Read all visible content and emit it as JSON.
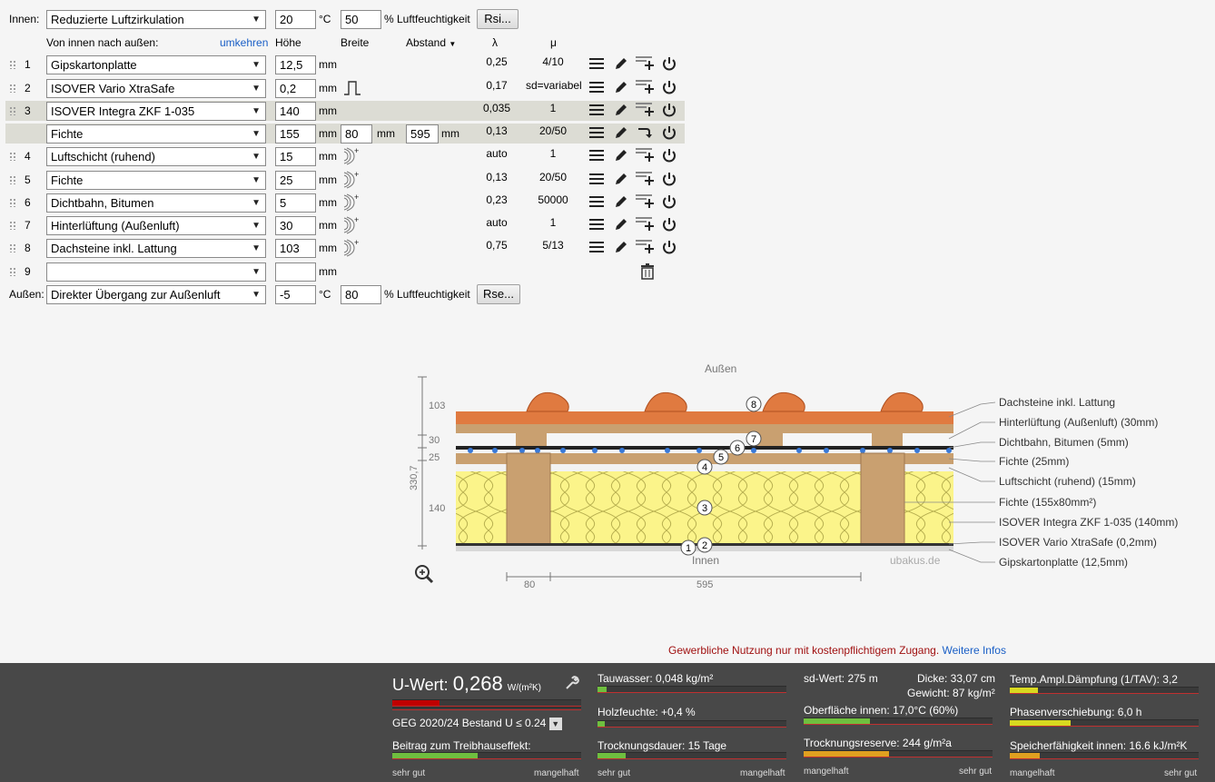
{
  "inside": {
    "label": "Innen:",
    "material": "Reduzierte Luftzirkulation",
    "temp": "20",
    "temp_unit": "°C",
    "humidity": "50",
    "humidity_label": "% Luftfeuchtigkeit",
    "button": "Rsi..."
  },
  "headers": {
    "direction": "Von innen nach außen:",
    "reverse": "umkehren",
    "height": "Höhe",
    "width": "Breite",
    "spacing": "Abstand",
    "lambda": "λ",
    "mu": "μ"
  },
  "layers": [
    {
      "no": "1",
      "material": "Gipskartonplatte",
      "thickness": "12,5",
      "lambda": "0,25",
      "mu": "4/10"
    },
    {
      "no": "2",
      "material": "ISOVER Vario XtraSafe",
      "thickness": "0,2",
      "lambda": "0,17",
      "mu": "sd=variabel"
    },
    {
      "no": "3",
      "material": "ISOVER Integra ZKF 1-035",
      "thickness": "140",
      "lambda": "0,035",
      "mu": "1"
    },
    {
      "no": "",
      "material": "Fichte",
      "thickness": "155",
      "width": "80",
      "spacing": "595",
      "lambda": "0,13",
      "mu": "20/50"
    },
    {
      "no": "4",
      "material": "Luftschicht (ruhend)",
      "thickness": "15",
      "lambda": "auto",
      "mu": "1"
    },
    {
      "no": "5",
      "material": "Fichte",
      "thickness": "25",
      "lambda": "0,13",
      "mu": "20/50"
    },
    {
      "no": "6",
      "material": "Dichtbahn, Bitumen",
      "thickness": "5",
      "lambda": "0,23",
      "mu": "50000"
    },
    {
      "no": "7",
      "material": "Hinterlüftung (Außenluft)",
      "thickness": "30",
      "lambda": "auto",
      "mu": "1"
    },
    {
      "no": "8",
      "material": "Dachsteine inkl. Lattung",
      "thickness": "103",
      "lambda": "0,75",
      "mu": "5/13"
    },
    {
      "no": "9",
      "material": "",
      "thickness": "",
      "lambda": "",
      "mu": ""
    }
  ],
  "unit_mm": "mm",
  "outside": {
    "label": "Außen:",
    "material": "Direkter Übergang zur Außenluft",
    "temp": "-5",
    "temp_unit": "°C",
    "humidity": "80",
    "humidity_label": "% Luftfeuchtigkeit",
    "button": "Rse..."
  },
  "diagram": {
    "top_label": "Außen",
    "bottom_label": "Innen",
    "watermark": "ubakus.de",
    "dims_left": [
      "103",
      "30",
      "25",
      "140"
    ],
    "total": "330,7",
    "dim_80": "80",
    "dim_595": "595",
    "legend": [
      "Dachsteine inkl. Lattung",
      "Hinterlüftung (Außenluft) (30mm)",
      "Dichtbahn, Bitumen (5mm)",
      "Fichte (25mm)",
      "Luftschicht (ruhend) (15mm)",
      "Fichte (155x80mm²)",
      "ISOVER Integra ZKF 1-035 (140mm)",
      "ISOVER Vario XtraSafe (0,2mm)",
      "Gipskartonplatte (12,5mm)"
    ],
    "markers": [
      "1",
      "2",
      "3",
      "4",
      "5",
      "6",
      "7",
      "8"
    ]
  },
  "notice": {
    "text": "Gewerbliche Nutzung nur mit kostenpflichtigem Zugang.",
    "link": "Weitere Infos"
  },
  "results": {
    "u_label": "U-Wert:",
    "u_value": "0,268",
    "u_unit": "W/(m²K)",
    "u_fill": 0.25,
    "geg": "GEG 2020/24 Bestand U ≤ 0.24",
    "greenhouse": "Beitrag zum Treibhauseffekt:",
    "greenhouse_fill": 0.45,
    "scale_good": "sehr gut",
    "scale_bad": "mangelhaft",
    "tauwasser": "Tauwasser: 0,048 kg/m²",
    "tauwasser_fill": 0.05,
    "holzfeuchte": "Holzfeuchte: +0,4 %",
    "holzfeuchte_fill": 0.04,
    "trocknung": "Trocknungsdauer: 15 Tage",
    "trocknung_fill": 0.15,
    "sd": "sd-Wert: 275 m",
    "dicke": "Dicke: 33,07 cm",
    "gewicht": "Gewicht: 87 kg/m²",
    "oberflaeche": "Oberfläche innen: 17,0°C (60%)",
    "oberflaeche_fill": 0.35,
    "reserve": "Trocknungsreserve: 244 g/m²a",
    "reserve_fill": 0.45,
    "tav": "Temp.Ampl.Dämpfung (1/TAV): 3,2",
    "tav_fill": 0.15,
    "phase": "Phasenverschiebung: 6,0 h",
    "phase_fill": 0.32,
    "speicher": "Speicherfähigkeit innen: 16.6 kJ/m²K",
    "speicher_fill": 0.16,
    "colors": {
      "red": "#c00000",
      "green": "#6fbf3f",
      "yellow": "#d8d820",
      "orange": "#e0a020"
    }
  }
}
